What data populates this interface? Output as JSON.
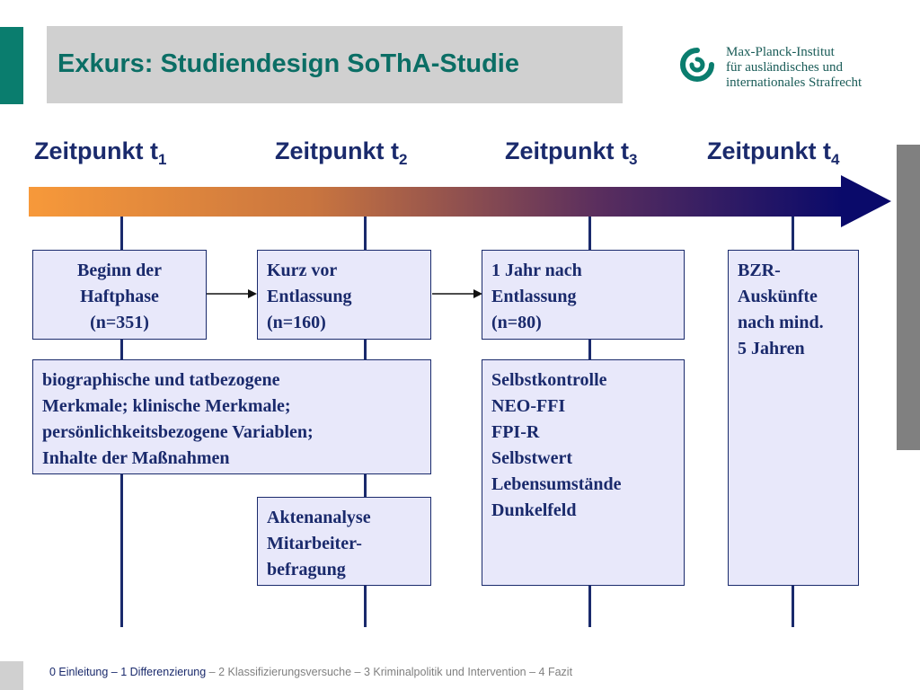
{
  "header": {
    "title": "Exkurs: Studiendesign SoThA-Studie"
  },
  "logo": {
    "lines": [
      "Max-Planck-Institut",
      "für ausländisches und",
      "internationales Strafrecht"
    ],
    "icon": "mpi-logo-icon",
    "color": "#0a7d6e"
  },
  "timepoints": [
    {
      "label": "Zeitpunkt t",
      "sub": "1"
    },
    {
      "label": "Zeitpunkt t",
      "sub": "2"
    },
    {
      "label": "Zeitpunkt t",
      "sub": "3"
    },
    {
      "label": "Zeitpunkt t",
      "sub": "4"
    }
  ],
  "timeline": {
    "gradient_start": "#f7993a",
    "gradient_end": "#0a0a6a"
  },
  "boxes": {
    "t1_top": [
      "Beginn der",
      "Haftphase",
      "(n=351)"
    ],
    "t2_top": [
      "Kurz vor",
      "Entlassung",
      "(n=160)"
    ],
    "t3_top": [
      "1 Jahr nach",
      "Entlassung",
      "(n=80)"
    ],
    "t4": [
      "BZR-",
      "Auskünfte",
      "nach mind.",
      "5 Jahren"
    ],
    "t12_mid": [
      "biographische und tatbezogene",
      "Merkmale; klinische Merkmale;",
      "persönlichkeitsbezogene Variablen;",
      "Inhalte der Maßnahmen"
    ],
    "t2_bottom": [
      "Aktenanalyse",
      "Mitarbeiter-",
      "befragung"
    ],
    "t3_mid": [
      "Selbstkontrolle",
      "NEO-FFI",
      "FPI-R",
      "Selbstwert",
      "Lebensumstände",
      "Dunkelfeld"
    ]
  },
  "footer": {
    "active": "0 Einleitung – 1 Differenzierung",
    "rest": " – 2 Klassifizierungsversuche – 3 Kriminalpolitik und Intervention – 4 Fazit"
  }
}
